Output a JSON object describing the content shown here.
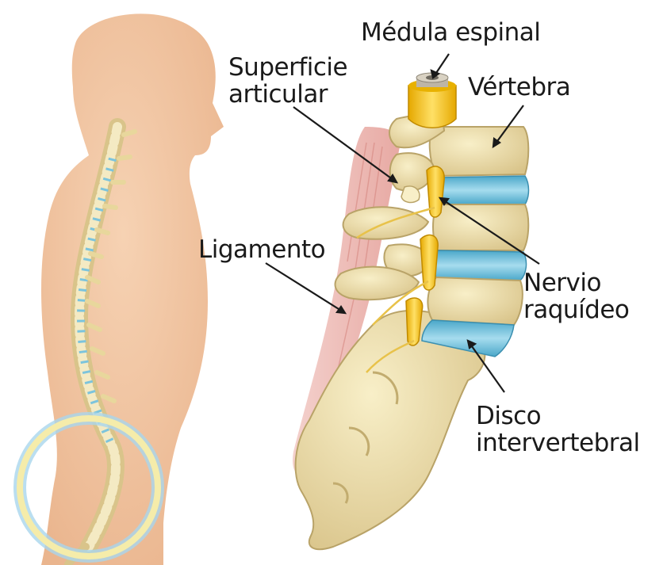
{
  "labels": {
    "spinal_cord": "Médula espinal",
    "articular_surface": [
      "Superficie",
      "articular"
    ],
    "vertebra": "Vértebra",
    "ligament": "Ligamento",
    "spinal_nerve": [
      "Nervio",
      "raquídeo"
    ],
    "intervertebral_disc": [
      "Disco",
      "intervertebral"
    ]
  },
  "colors": {
    "skin": "#f3c7a2",
    "bone": "#ecdca6",
    "bone_shadow": "#c9b57a",
    "disc": "#7cc4dc",
    "nerve": "#f4c21d",
    "ligament": "#e8a9a3",
    "highlight_ring": "#f5ecaa",
    "highlight_ring_outer": "#a9d6ec"
  }
}
